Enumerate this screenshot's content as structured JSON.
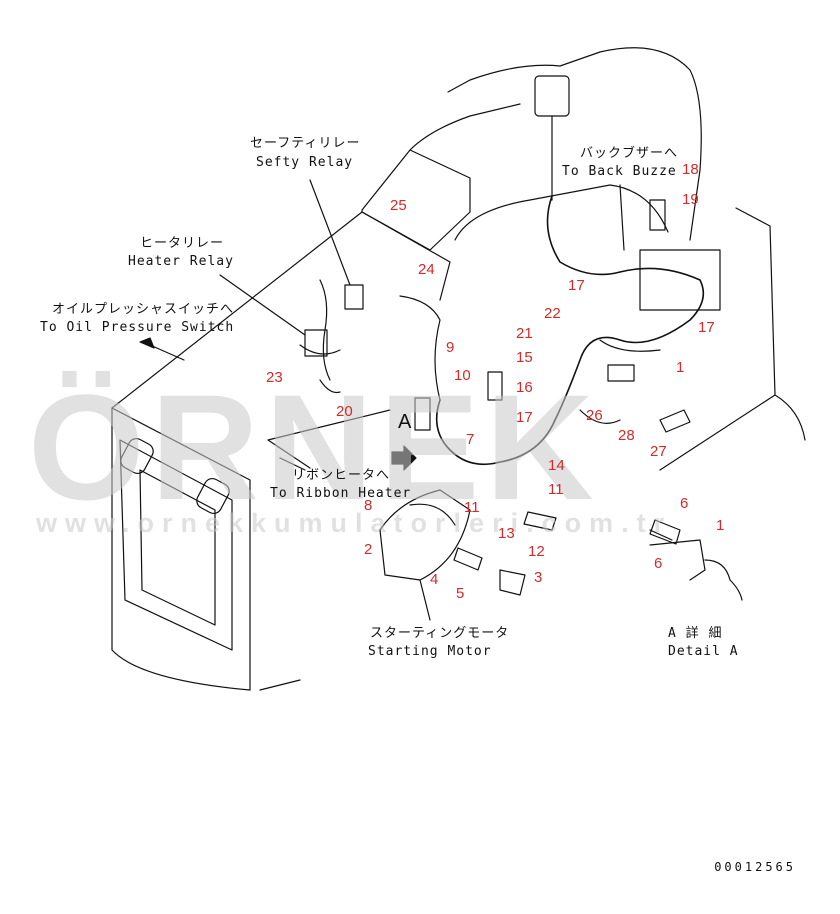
{
  "labels": {
    "safety_relay_jp": "セーフティリレー",
    "safety_relay_en": "Sefty Relay",
    "heater_relay_jp": "ヒータリレー",
    "heater_relay_en": "Heater Relay",
    "oil_pressure_jp": "オイルプレッシャスイッチへ",
    "oil_pressure_en": "To Oil Pressure Switch",
    "back_buzzer_jp": "バックブザーへ",
    "back_buzzer_en": "To Back Buzze",
    "ribbon_heater_jp": "リボンヒータへ",
    "ribbon_heater_en": "To Ribbon Heater",
    "starting_motor_jp": "スターティングモータ",
    "starting_motor_en": "Starting Motor",
    "detail_a_jp": "A 詳 細",
    "detail_a_en": "Detail A",
    "callout_a": "A"
  },
  "part_numbers": [
    "1",
    "1",
    "2",
    "3",
    "4",
    "5",
    "6",
    "6",
    "7",
    "8",
    "9",
    "10",
    "11",
    "11",
    "12",
    "13",
    "14",
    "15",
    "16",
    "17",
    "17",
    "17",
    "18",
    "19",
    "20",
    "21",
    "22",
    "23",
    "24",
    "25",
    "26",
    "27",
    "28"
  ],
  "watermark": {
    "brand": "ÖRNEK",
    "url": "www.ornekkumulatorleri.com.tr"
  },
  "drawing_code": "00012565",
  "colors": {
    "line": "#111111",
    "part_number": "#d22b2b",
    "watermark": "#c9c9c9",
    "watermark_accent": "#f3d35a"
  }
}
